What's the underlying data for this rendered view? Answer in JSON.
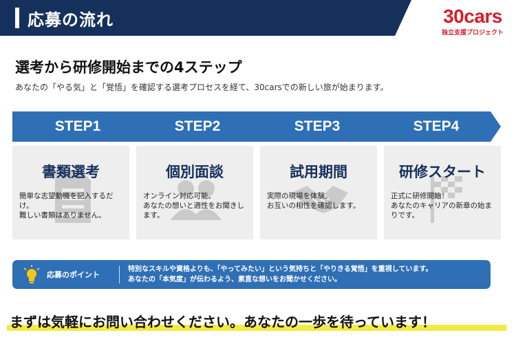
{
  "header": {
    "title": "応募の流れ",
    "logo_main": "30cars",
    "logo_sub": "独立支援プロジェクト"
  },
  "intro": {
    "heading": "選考から研修開始までの4ステップ",
    "description": "あなたの「やる気」と「覚悟」を確認する選考プロセスを経て、30carsでの新しい旅が始まります。"
  },
  "steps": [
    {
      "label": "STEP1",
      "title": "書類選考",
      "text": "簡単な志望動機を記入するだけ。\n難しい書類はありません。",
      "icon": "document-icon"
    },
    {
      "label": "STEP2",
      "title": "個別面談",
      "text": "オンライン対応可能。\nあなたの想いと適性をお聞きします。",
      "icon": "people-icon"
    },
    {
      "label": "STEP3",
      "title": "試用期間",
      "text": "実際の現場を体験。\nお互いの相性を確認します。",
      "icon": "handshake-icon"
    },
    {
      "label": "STEP4",
      "title": "研修スタート",
      "text": "正式に研修開始！\nあなたのキャリアの新章の始まりです。",
      "icon": "flag-icon"
    }
  ],
  "point": {
    "label": "応募のポイント",
    "line1": "特別なスキルや資格よりも、「やってみたい」という気持ちと「やりきる覚悟」を重視しています。",
    "line2": "あなたの「本気度」が伝わるよう、素直な想いをお聞かせください。",
    "icon": "lightbulb-icon"
  },
  "closing": {
    "message": "まずは気軽にお問い合わせください。あなたの一歩を待っています！"
  },
  "colors": {
    "navy": "#16305c",
    "blue": "#2f6fb5",
    "brand_red": "#d11f2b",
    "highlight": "#f5ea44"
  }
}
